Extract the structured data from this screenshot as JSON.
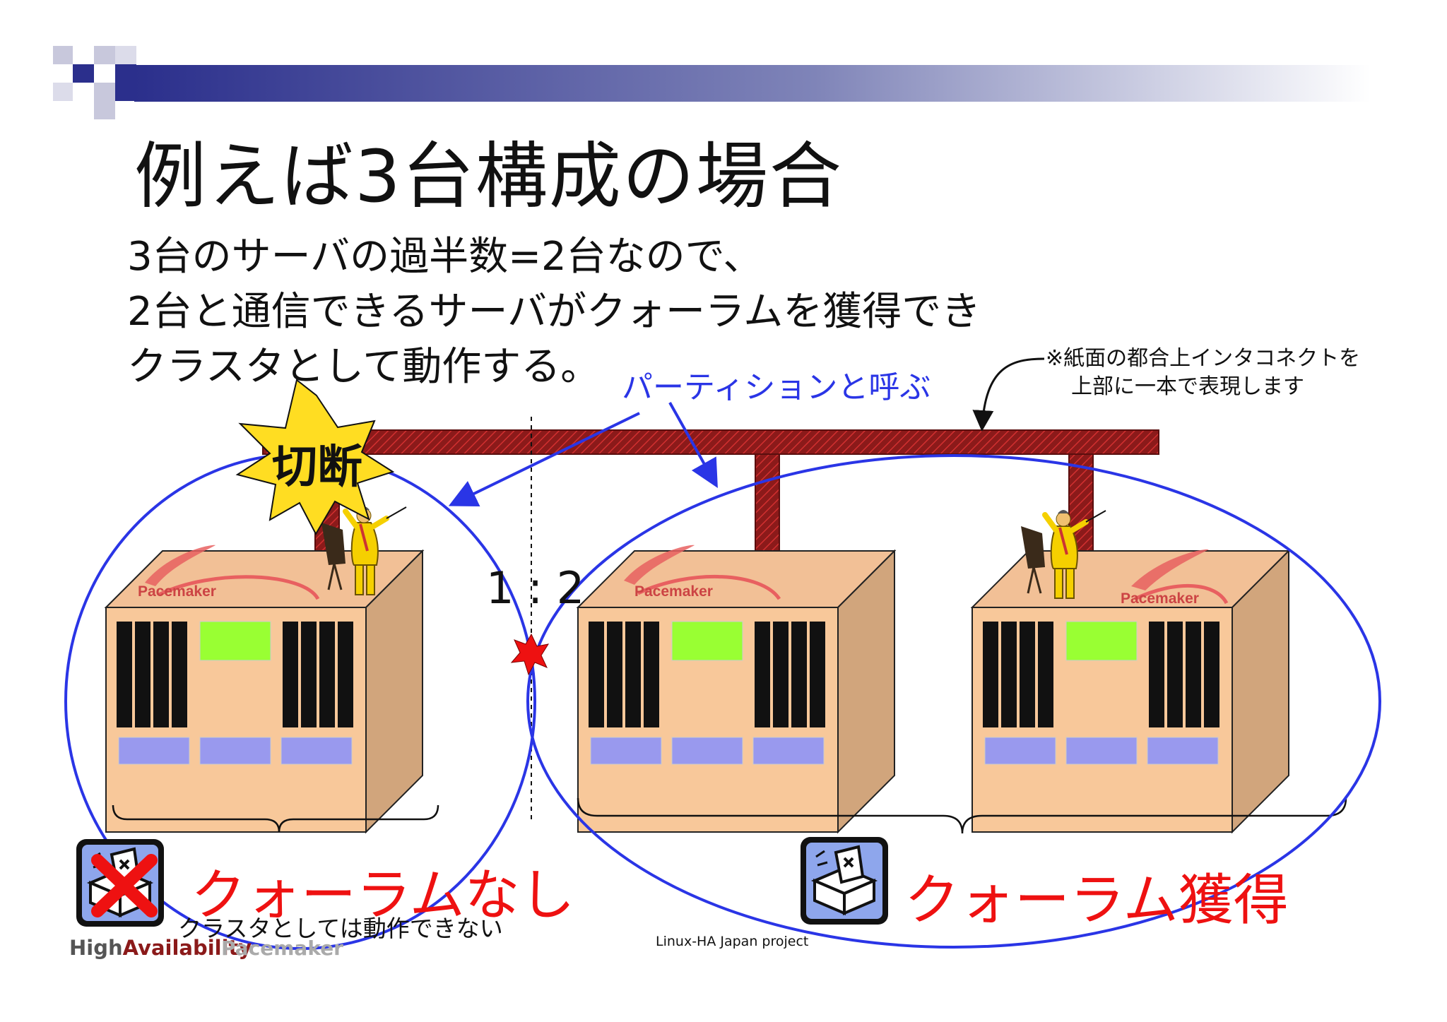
{
  "title": "例えば3台構成の場合",
  "body_lines": [
    "3台のサーバの過半数=2台なので、",
    "2台と通信できるサーバがクォーラムを獲得でき",
    "クラスタとして動作する。"
  ],
  "note_lines": [
    "※紙面の都合上インタコネクトを",
    "上部に一本で表現します"
  ],
  "partition_label": "パーティションと呼ぶ",
  "cut_label": "切断",
  "ratio_label": "1 : 2",
  "server_brand": "Pacemaker",
  "left_group": {
    "status": "クォーラムなし",
    "note": "クラスタとしては動作できない"
  },
  "right_group": {
    "status": "クォーラム獲得"
  },
  "footer": "Linux-HA Japan project",
  "logos": {
    "ha_part1": "High",
    "ha_part2": "Availability",
    "pacemaker": "Pacemaker"
  },
  "colors": {
    "header_bar": "#2b2f8c",
    "interconnect": "#8b1a1a",
    "partition_ellipse": "#2a35e6",
    "alert_red": "#ee1111",
    "server_front": "#f8c89a",
    "server_side": "#d1a57c",
    "screen": "#99ff33",
    "drive_bay": "#9999ee",
    "burst": "#ffdd22"
  }
}
